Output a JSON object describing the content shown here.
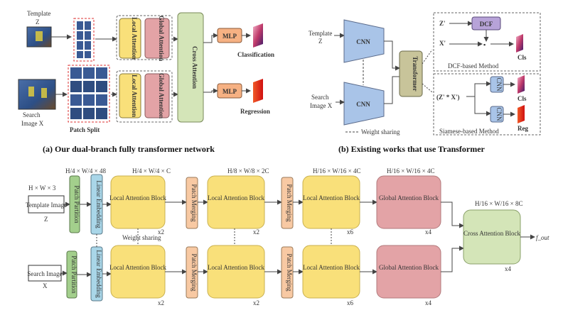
{
  "panel_a": {
    "caption": "(a) Our dual-branch fully transformer network",
    "template_label": "Template",
    "template_var": "Z",
    "search_label": "Search",
    "search_var": "Image X",
    "patch_split": "Patch Split",
    "local_attention": "Local Attention",
    "global_attention": "Global Attention",
    "cross_attention": "Cross Attention",
    "mlp": "MLP",
    "classification": "Classification",
    "regression": "Regression"
  },
  "panel_b": {
    "caption": "(b) Existing works that use Transformer",
    "template_label": "Template",
    "template_var": "Z",
    "search_label": "Search",
    "search_var": "Image X",
    "cnn": "CNN",
    "transformer": "Transformer",
    "weight_sharing": "Weight sharing",
    "dcf": "DCF",
    "z_prime": "Z'",
    "x_prime": "X'",
    "dot": "▪",
    "cls": "Cls",
    "reg": "Reg",
    "dcf_method": "DCF-based Method",
    "zx_sum": "(Z' * X')",
    "siamese_method": "Siamese-based Method"
  },
  "panel_c": {
    "input_dim": "H × W × 3",
    "template_box": "Template Image",
    "template_var": "Z",
    "search_box": "Search Image",
    "search_var": "X",
    "patch_partition": "Patch Partition",
    "linear_embedding": "Linear Embedding",
    "patch_merging": "Patch Merging",
    "local_attention_block": "Local Attention Block",
    "global_attention_block": "Global Attention Block",
    "cross_attention_block": "Cross Attention Block",
    "weight_sharing": "Weight sharing",
    "dim1": "H/4 × W/4 × 48",
    "dim2": "H/4 × W/4 × C",
    "dim3": "H/8 × W/8 × 2C",
    "dim4": "H/16 × W/16 × 4C",
    "dim5": "H/16 × W/16 × 4C",
    "dim6": "H/16 × W/16 × 8C",
    "rep_x2": "x2",
    "rep_x6": "x6",
    "rep_x4": "x4",
    "output": "f_out"
  },
  "colors": {
    "local": "#f9e07a",
    "global": "#e3a3a6",
    "cross": "#d4e5b8",
    "cnn": "#a9c4e8",
    "transformer": "#c8c49a",
    "mlp": "#f6b183",
    "dcf": "#b7a3d8",
    "patch_partition": "#a3cf8c",
    "linear_embedding": "#a9d6e8",
    "patch_merging": "#f8c9a3"
  }
}
